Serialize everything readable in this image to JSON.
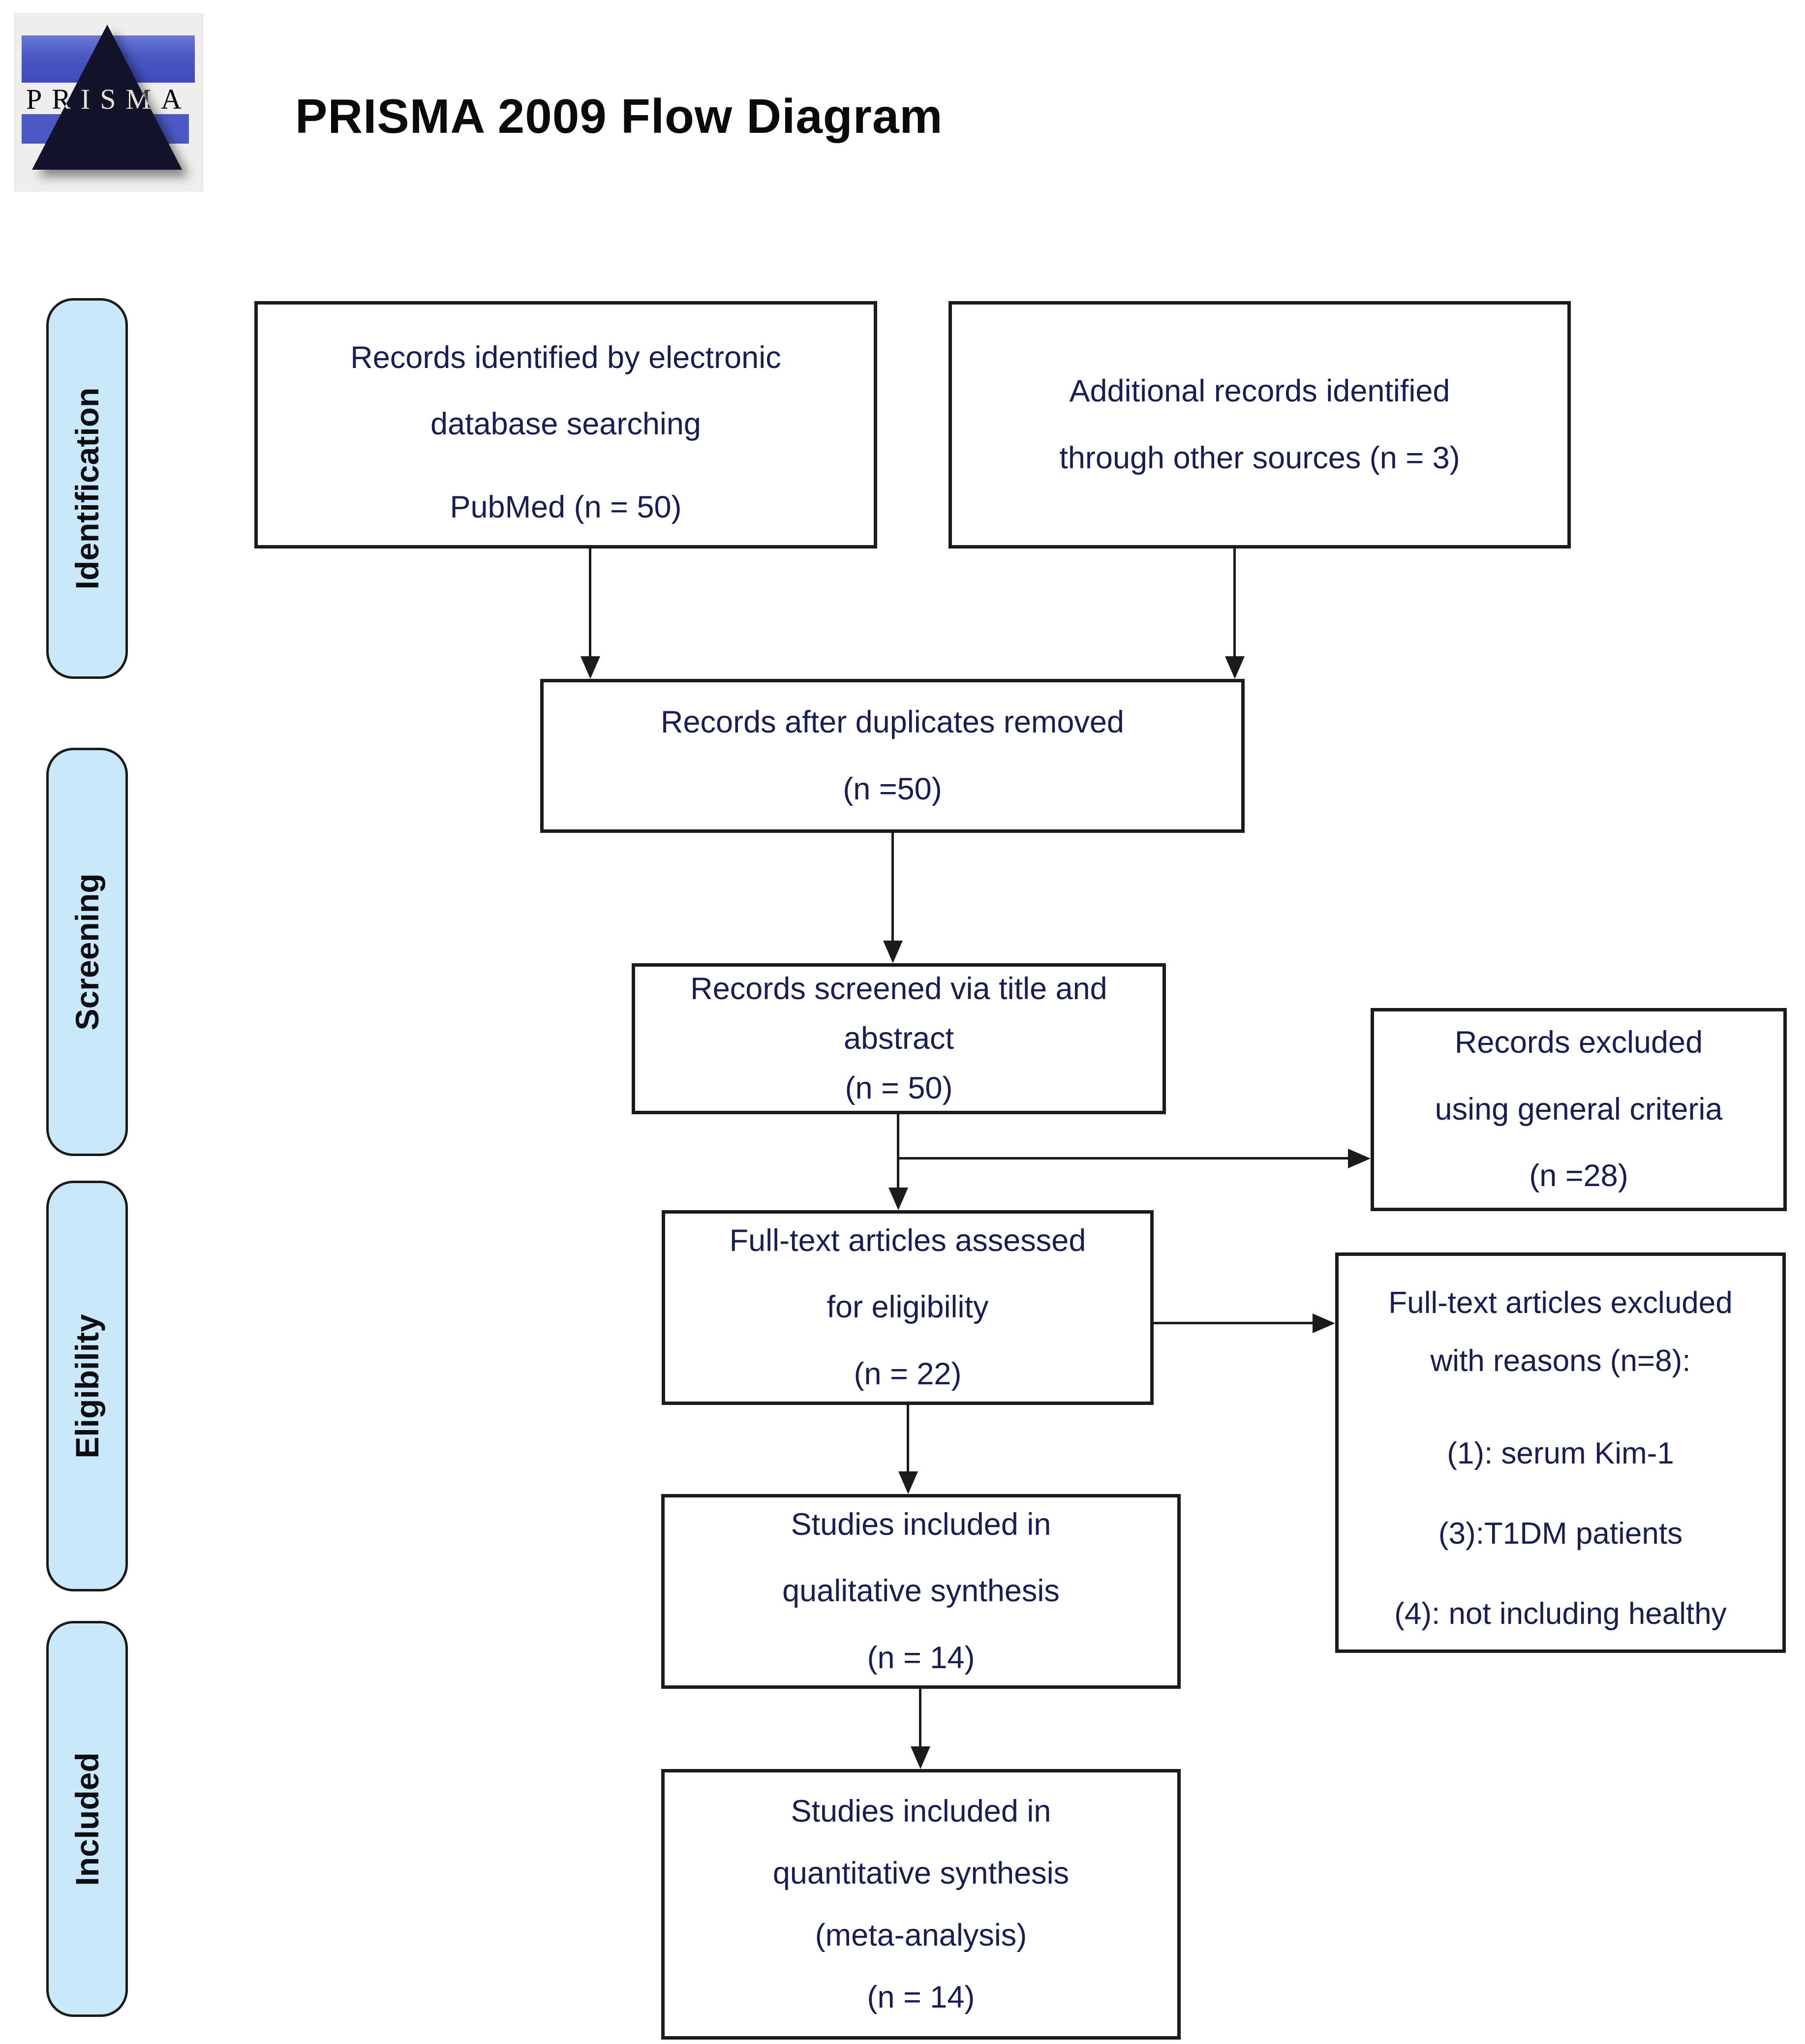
{
  "header": {
    "title": "PRISMA 2009 Flow Diagram"
  },
  "logo": {
    "text": "PRISMA"
  },
  "sidebar": {
    "stages": [
      {
        "label": "Identification"
      },
      {
        "label": "Screening"
      },
      {
        "label": "Eligibility"
      },
      {
        "label": "Included"
      }
    ]
  },
  "flow": {
    "boxes": {
      "identified": {
        "lines": [
          "Records identified by electronic",
          "database searching"
        ],
        "sub": "PubMed (n = 50)"
      },
      "additional": {
        "lines": [
          "Additional records identified",
          "through other sources (n = 3)"
        ]
      },
      "duplicates": {
        "lines": [
          "Records after duplicates removed",
          "(n =50)"
        ]
      },
      "screened": {
        "lines": [
          "Records screened via title and",
          "abstract",
          "(n = 50)"
        ]
      },
      "excluded": {
        "lines": [
          "Records excluded",
          "using general criteria",
          "(n =28)"
        ]
      },
      "fulltext": {
        "lines": [
          "Full-text articles assessed",
          "for eligibility",
          "(n = 22)"
        ]
      },
      "fulltext_excluded": {
        "header": [
          "Full-text articles excluded",
          "with reasons (n=8):"
        ],
        "reasons": [
          "(1): serum Kim-1",
          "(3):T1DM patients",
          "(4): not including healthy"
        ]
      },
      "qualitative": {
        "lines": [
          "Studies included in",
          "qualitative synthesis",
          "(n = 14)"
        ]
      },
      "quantitative": {
        "lines": [
          "Studies included in",
          "quantitative synthesis",
          "(meta-analysis)",
          "(n = 14)"
        ]
      }
    }
  },
  "colors": {
    "sidebar_fill": "#c9e9fb",
    "box_border": "#1b1b1b",
    "box_text": "#181d52",
    "title_text": "#0a0a0a",
    "logo_stripe_blue": "#4c58c4",
    "logo_triangle_navy": "#12122b",
    "arrow_black": "#1b1b1b"
  }
}
